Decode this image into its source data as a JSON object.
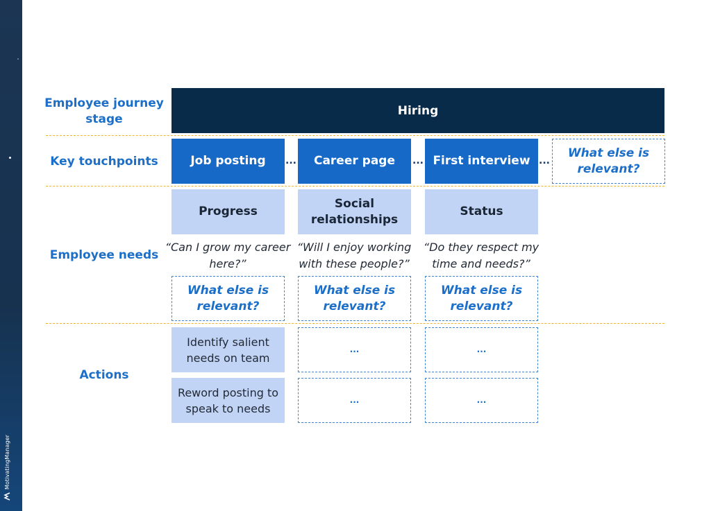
{
  "brand": {
    "name": "MotivatingManager",
    "icon": "motivating-manager-logo-icon"
  },
  "rows": {
    "stage": "Employee journey stage",
    "touchpoints": "Key touchpoints",
    "needs": "Employee needs",
    "actions": "Actions"
  },
  "stage_banner": "Hiring",
  "touchpoints": [
    "Job posting",
    "Career page",
    "First interview"
  ],
  "touchpoint_more": "What else is relevant?",
  "ellipsis": "...",
  "needs": [
    {
      "title": "Progress",
      "quote": "“Can I grow my career here?”",
      "more": "What else is relevant?"
    },
    {
      "title": "Social relationships",
      "quote": "“Will I enjoy working with these people?”",
      "more": "What else is relevant?"
    },
    {
      "title": "Status",
      "quote": "“Do they respect my time and needs?”",
      "more": "What else is relevant?"
    }
  ],
  "actions": [
    [
      "Identify salient needs on team",
      "...",
      "..."
    ],
    [
      "Reword posting to speak to needs",
      "...",
      "..."
    ]
  ],
  "colors": {
    "sidebar": "#1b3553",
    "banner": "#072b49",
    "touchpoint": "#1769c7",
    "need": "#c2d4f6",
    "label": "#1c6fc9",
    "divider": "#f0b429"
  }
}
